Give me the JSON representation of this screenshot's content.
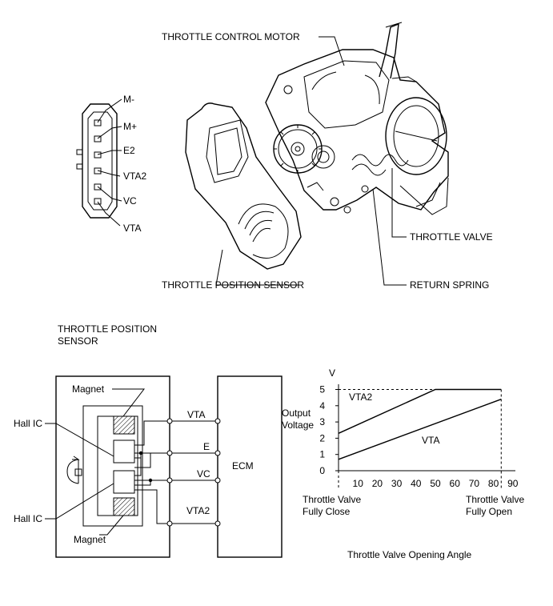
{
  "assembly": {
    "motor_label": "THROTTLE CONTROL MOTOR",
    "sensor_label": "THROTTLE POSITION SENSOR",
    "valve_label": "THROTTLE VALVE",
    "spring_label": "RETURN SPRING"
  },
  "connector": {
    "pins": [
      "M-",
      "M+",
      "E2",
      "VTA2",
      "VC",
      "VTA"
    ]
  },
  "circuit": {
    "title_line1": "THROTTLE POSITION",
    "title_line2": "SENSOR",
    "magnet_top": "Magnet",
    "magnet_bottom": "Magnet",
    "hall_ic_top": "Hall IC",
    "hall_ic_bottom": "Hall IC",
    "terminals": [
      "VTA",
      "E",
      "VC",
      "VTA2"
    ],
    "ecm_label": "ECM"
  },
  "chart_data": {
    "type": "line",
    "y_unit_label": "V",
    "ylabel_line1": "Output",
    "ylabel_line2": "Voltage",
    "xlabel": "Throttle Valve Opening Angle",
    "x_ticks": [
      "10",
      "20",
      "30",
      "40",
      "50",
      "60",
      "70",
      "80",
      "90"
    ],
    "y_ticks": [
      "0",
      "1",
      "2",
      "3",
      "4",
      "5"
    ],
    "x_range": [
      0,
      90
    ],
    "y_range": [
      0,
      5
    ],
    "left_note_line1": "Throttle Valve",
    "left_note_line2": "Fully Close",
    "right_note_line1": "Throttle Valve",
    "right_note_line2": "Fully Open",
    "series": [
      {
        "name": "VTA2",
        "x": [
          0,
          50,
          84
        ],
        "y": [
          2.3,
          5.0,
          5.0
        ]
      },
      {
        "name": "VTA",
        "x": [
          0,
          84
        ],
        "y": [
          0.7,
          4.4
        ]
      }
    ]
  }
}
